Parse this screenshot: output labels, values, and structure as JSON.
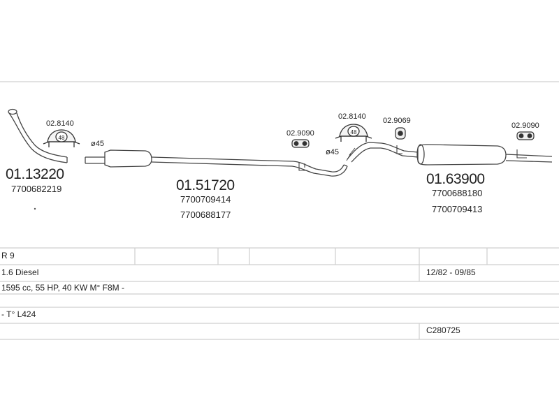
{
  "parts": [
    {
      "number": "01.13220",
      "refs": [
        "7700682219"
      ]
    },
    {
      "number": "01.51720",
      "refs": [
        "7700709414",
        "7700688177"
      ]
    },
    {
      "number": "01.63900",
      "refs": [
        "7700688180",
        "7700709413"
      ]
    }
  ],
  "accessories": {
    "clamp_left": "02.8140",
    "clamp_left_inner": "48",
    "clamp_mid": "02.8140",
    "clamp_mid_inner": "48",
    "hanger_a": "02.9090",
    "hanger_b": "02.9069",
    "hanger_c": "02.9090"
  },
  "diameters": [
    "ø45",
    "ø45"
  ],
  "vehicle_table": {
    "model": "R 9",
    "engine": "1.6 Diesel",
    "date_range": "12/82 - 09/85",
    "spec": "1595 cc, 55 HP, 40 KW M° F8M -",
    "type": "- T° L424",
    "code": "C280725"
  }
}
